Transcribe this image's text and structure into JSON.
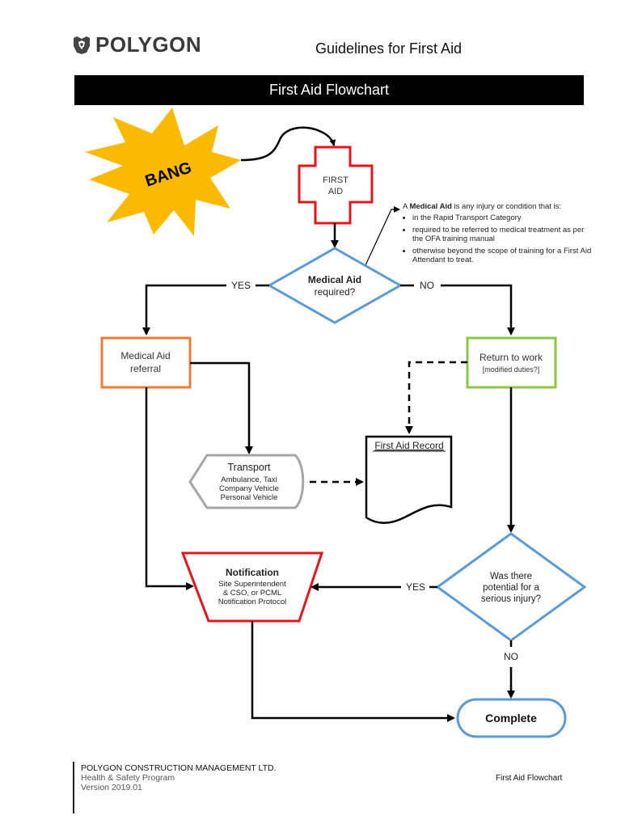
{
  "header": {
    "logo_icon": "lion-crest-icon",
    "brand": "POLYGON",
    "document_title": "Guidelines for First Aid",
    "banner_title": "First Aid Flowchart"
  },
  "flowchart": {
    "start": {
      "label": "BANG",
      "shape": "starburst",
      "color": "#FBB900"
    },
    "first_aid": {
      "line1": "FIRST",
      "line2": "AID",
      "shape": "cross",
      "color": "#E8141B"
    },
    "decision_medical": {
      "bold": "Medical Aid",
      "line2": "required?",
      "shape": "diamond",
      "color": "#5B9BD5"
    },
    "medical_note": {
      "intro_prefix": "A ",
      "intro_bold": "Medical Aid",
      "intro_suffix": " is any injury or condition that is:",
      "bullets": [
        "in the Rapid Transport Category",
        "required to be referred to medical treatment as per the OFA training manual",
        "otherwise beyond the scope of training for a First Aid Attendant to treat."
      ]
    },
    "yes_label_1": "YES",
    "no_label_1": "NO",
    "referral": {
      "line1": "Medical Aid",
      "line2": "referral",
      "color": "#ED7D31"
    },
    "return_work": {
      "line1": "Return to work",
      "line2": "[modified duties?]",
      "color": "#8DC63F"
    },
    "record": {
      "label": "First Aid Record"
    },
    "transport": {
      "title": "Transport",
      "lines": [
        "Ambulance, Taxi",
        "Company Vehicle",
        "Personal Vehicle"
      ],
      "color": "#A6A6A6"
    },
    "notification": {
      "title": "Notification",
      "lines": [
        "Site Superintendent",
        "& CSO, or PCML",
        "Notification Protocol"
      ],
      "color": "#E8141B"
    },
    "decision_serious": {
      "lines": [
        "Was there",
        "potential for a",
        "serious injury?"
      ],
      "color": "#5B9BD5"
    },
    "yes_label_2": "YES",
    "no_label_2": "NO",
    "complete": {
      "label": "Complete",
      "color": "#5B9BD5"
    }
  },
  "footer": {
    "company": "POLYGON CONSTRUCTION MANAGEMENT LTD.",
    "program": "Health & Safety Program",
    "version": "Version 2019.01",
    "page_label": "First Aid Flowchart"
  }
}
